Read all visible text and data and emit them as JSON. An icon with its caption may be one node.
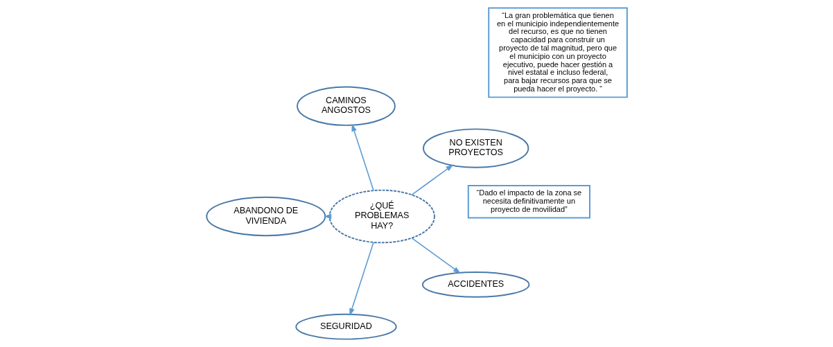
{
  "diagram": {
    "nodes": [
      {
        "text": [
          "¿QUÉ PROBLEMAS HAY?"
        ]
      },
      {
        "text": [
          "NO EXISTEN PROYECTOS"
        ]
      },
      {
        "text": [
          "CAMINOS ANGOSTOS"
        ]
      },
      {
        "text": [
          "ABANDONO DE VIVIENDA"
        ]
      },
      {
        "text": [
          "SEGURIDAD"
        ]
      },
      {
        "text": [
          "ACCIDENTES"
        ]
      },
      {
        "text": [
          "“La gran problemática que tienen en el municipio independientemente del recurso, es que no tienen capacidad para construir un proyecto de tal magnitud, pero que el municipio con un proyecto ejecutivo, puede hacer gestión a nivel estatal e incluso federal, para bajar recursos para que se pueda hacer el proyecto. “"
        ]
      },
      {
        "text": [
          "“Dado el impacto de la zona se necesita definitivamente un proyecto de movilidad”"
        ]
      }
    ],
    "edges": [
      {
        "from": 0,
        "to": 1,
        "arrow": "to"
      },
      {
        "from": 0,
        "to": 2,
        "arrow": "to"
      },
      {
        "from": 0,
        "to": 3,
        "arrow": "to"
      },
      {
        "from": 0,
        "to": 4,
        "arrow": "to"
      },
      {
        "from": 0,
        "to": 5,
        "arrow": "to"
      }
    ]
  }
}
